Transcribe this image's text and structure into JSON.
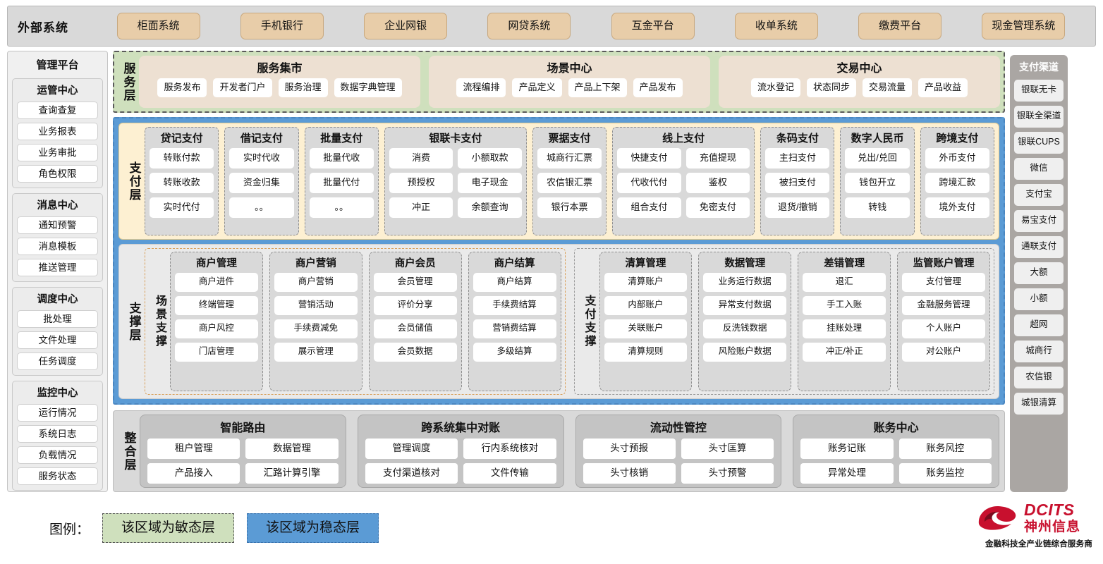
{
  "external": {
    "title": "外部系统",
    "items": [
      "柜面系统",
      "手机银行",
      "企业网银",
      "网贷系统",
      "互金平台",
      "收单系统",
      "缴费平台",
      "现金管理系统"
    ]
  },
  "management": {
    "title": "管理平台",
    "groups": [
      {
        "title": "运管中心",
        "items": [
          "查询查复",
          "业务报表",
          "业务审批",
          "角色权限"
        ]
      },
      {
        "title": "消息中心",
        "items": [
          "通知预警",
          "消息模板",
          "推送管理"
        ]
      },
      {
        "title": "调度中心",
        "items": [
          "批处理",
          "文件处理",
          "任务调度"
        ]
      },
      {
        "title": "监控中心",
        "items": [
          "运行情况",
          "系统日志",
          "负载情况",
          "服务状态"
        ]
      }
    ]
  },
  "channels": {
    "title": "支付渠道",
    "items": [
      "银联无卡",
      "银联全渠道",
      "银联CUPS",
      "微信",
      "支付宝",
      "易宝支付",
      "通联支付",
      "大额",
      "小额",
      "超网",
      "城商行",
      "农信银",
      "城银清算"
    ]
  },
  "service_layer": {
    "label": "服务层",
    "groups": [
      {
        "title": "服务集市",
        "items": [
          "服务发布",
          "开发者门户",
          "服务治理",
          "数据字典管理"
        ]
      },
      {
        "title": "场景中心",
        "items": [
          "流程编排",
          "产品定义",
          "产品上下架",
          "产品发布"
        ]
      },
      {
        "title": "交易中心",
        "items": [
          "流水登记",
          "状态同步",
          "交易流量",
          "产品收益"
        ]
      }
    ]
  },
  "payment_layer": {
    "label": "支付层",
    "groups": [
      {
        "title": "贷记支付",
        "cols": 1,
        "rows": [
          [
            "转账付款"
          ],
          [
            "转账收款"
          ],
          [
            "实时代付"
          ]
        ]
      },
      {
        "title": "借记支付",
        "cols": 1,
        "rows": [
          [
            "实时代收"
          ],
          [
            "资金归集"
          ],
          [
            "。。"
          ]
        ]
      },
      {
        "title": "批量支付",
        "cols": 1,
        "rows": [
          [
            "批量代收"
          ],
          [
            "批量代付"
          ],
          [
            "。。"
          ]
        ]
      },
      {
        "title": "银联卡支付",
        "cols": 2,
        "rows": [
          [
            "消费",
            "小额取款"
          ],
          [
            "预授权",
            "电子现金"
          ],
          [
            "冲正",
            "余额查询"
          ]
        ]
      },
      {
        "title": "票据支付",
        "cols": 1,
        "rows": [
          [
            "城商行汇票"
          ],
          [
            "农信银汇票"
          ],
          [
            "银行本票"
          ]
        ]
      },
      {
        "title": "线上支付",
        "cols": 2,
        "rows": [
          [
            "快捷支付",
            "充值提现"
          ],
          [
            "代收代付",
            "鉴权"
          ],
          [
            "组合支付",
            "免密支付"
          ]
        ]
      },
      {
        "title": "条码支付",
        "cols": 1,
        "rows": [
          [
            "主扫支付"
          ],
          [
            "被扫支付"
          ],
          [
            "退货/撤销"
          ]
        ]
      },
      {
        "title": "数字人民币",
        "cols": 1,
        "rows": [
          [
            "兑出/兑回"
          ],
          [
            "钱包开立"
          ],
          [
            "转钱"
          ]
        ]
      },
      {
        "title": "跨境支付",
        "cols": 1,
        "rows": [
          [
            "外币支付"
          ],
          [
            "跨境汇款"
          ],
          [
            "境外支付"
          ]
        ]
      }
    ]
  },
  "support_layer": {
    "label": "支撑层",
    "halves": [
      {
        "label": "场景支撑",
        "style": "scene",
        "groups": [
          {
            "title": "商户管理",
            "items": [
              "商户进件",
              "终端管理",
              "商户风控",
              "门店管理"
            ]
          },
          {
            "title": "商户营销",
            "items": [
              "商户营销",
              "营销活动",
              "手续费减免",
              "展示管理"
            ]
          },
          {
            "title": "商户会员",
            "items": [
              "会员管理",
              "评价分享",
              "会员储值",
              "会员数据"
            ]
          },
          {
            "title": "商户结算",
            "items": [
              "商户结算",
              "手续费结算",
              "营销费结算",
              "多级结算"
            ]
          }
        ]
      },
      {
        "label": "支付支撑",
        "style": "paysup",
        "groups": [
          {
            "title": "清算管理",
            "items": [
              "清算账户",
              "内部账户",
              "关联账户",
              "清算规则"
            ]
          },
          {
            "title": "数据管理",
            "items": [
              "业务运行数据",
              "异常支付数据",
              "反洗钱数据",
              "风险账户数据"
            ]
          },
          {
            "title": "差错管理",
            "items": [
              "退汇",
              "手工入账",
              "挂账处理",
              "冲正/补正"
            ]
          },
          {
            "title": "监管账户管理",
            "items": [
              "支付管理",
              "金融服务管理",
              "个人账户",
              "对公账户"
            ]
          }
        ]
      }
    ]
  },
  "integration_layer": {
    "label": "整合层",
    "groups": [
      {
        "title": "智能路由",
        "rows": [
          [
            "租户管理",
            "数据管理"
          ],
          [
            "产品接入",
            "汇路计算引擎"
          ]
        ]
      },
      {
        "title": "跨系统集中对账",
        "rows": [
          [
            "管理调度",
            "行内系统核对"
          ],
          [
            "支付渠道核对",
            "文件传输"
          ]
        ]
      },
      {
        "title": "流动性管控",
        "rows": [
          [
            "头寸预报",
            "头寸匡算"
          ],
          [
            "头寸核销",
            "头寸预警"
          ]
        ]
      },
      {
        "title": "账务中心",
        "rows": [
          [
            "账务记账",
            "账务风控"
          ],
          [
            "异常处理",
            "账务监控"
          ]
        ]
      }
    ]
  },
  "legend": {
    "label": "图例：",
    "agile_text": "该区域为敏态层",
    "stable_text": "该区域为稳态层",
    "agile_color": "#cfe0bd",
    "stable_color": "#5b9bd5"
  },
  "logo": {
    "en": "DCITS",
    "cn": "神州信息",
    "slogan": "金融科技全产业链综合服务商",
    "color": "#c8102e"
  }
}
